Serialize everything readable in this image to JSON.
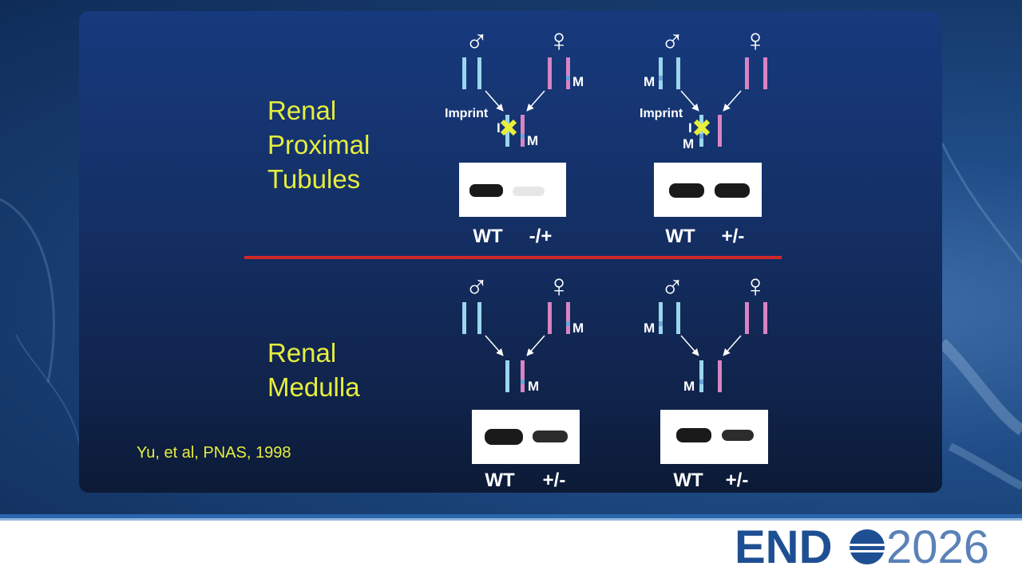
{
  "sections": [
    {
      "label": "Renal\nProximal\nTubules"
    },
    {
      "label": "Renal\nMedulla"
    }
  ],
  "citation": "Yu, et al, PNAS, 1998",
  "symbols": {
    "male": "♂",
    "female": "♀"
  },
  "markers": {
    "imprint": "Imprint",
    "i": "I",
    "m": "M"
  },
  "lanes": {
    "p1": [
      "WT",
      "-/+"
    ],
    "p2": [
      "WT",
      "+/-"
    ],
    "m1": [
      "WT",
      "+/-"
    ],
    "m2": [
      "WT",
      "+/-"
    ]
  },
  "logo": {
    "text_bold": "END",
    "text_light": "2026"
  },
  "colors": {
    "paternal": "#9ad6ec",
    "maternal": "#d884c4",
    "accent_yellow": "#e6ee3e",
    "divider": "#d02828",
    "brand_blue": "#1e4f93"
  }
}
